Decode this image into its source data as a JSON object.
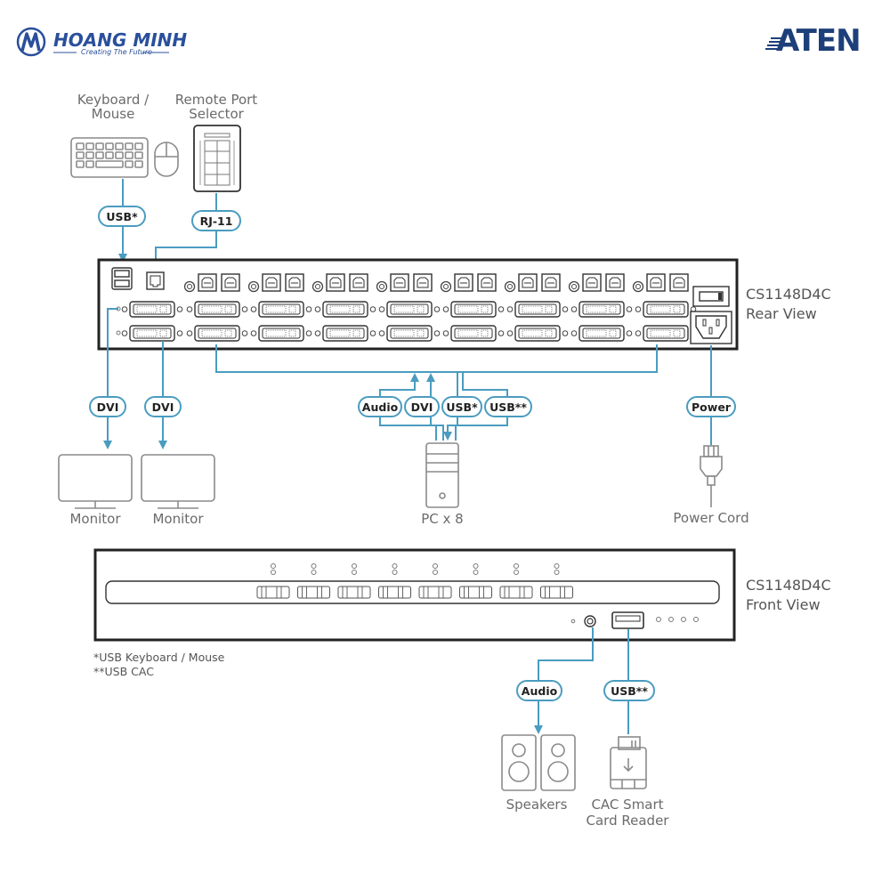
{
  "header": {
    "left_logo": {
      "name": "HOANG MINH",
      "tagline": "Creating The Future"
    },
    "right_logo": {
      "name": "ATEN"
    }
  },
  "colors": {
    "cable": "#4a9cc0",
    "outline": "#888888",
    "chassis": "#222222",
    "pill_border": "#4a9cc0",
    "brand_blue": "#2a4f9c",
    "aten_blue": "#1d3f7a"
  },
  "rear": {
    "model": "CS1148D4C",
    "view": "Rear View",
    "port_groups": 8
  },
  "front": {
    "model": "CS1148D4C",
    "view": "Front View",
    "port_buttons": 8
  },
  "devices": {
    "keyboard_mouse": {
      "line1": "Keyboard /",
      "line2": "Mouse"
    },
    "remote_selector": {
      "line1": "Remote Port",
      "line2": "Selector"
    },
    "monitor1": "Monitor",
    "monitor2": "Monitor",
    "pc": "PC x 8",
    "power_cord": "Power Cord",
    "speakers": "Speakers",
    "card_reader": {
      "line1": "CAC Smart",
      "line2": "Card Reader"
    }
  },
  "cables": {
    "usb_kbm": "USB*",
    "rj11": "RJ-11",
    "dvi1": "DVI",
    "dvi2": "DVI",
    "pc_audio": "Audio",
    "pc_dvi": "DVI",
    "pc_usb": "USB*",
    "pc_usb_cac": "USB**",
    "power": "Power",
    "front_audio": "Audio",
    "front_usb": "USB**"
  },
  "notes": {
    "note1": "*USB Keyboard / Mouse",
    "note2": "**USB CAC"
  }
}
